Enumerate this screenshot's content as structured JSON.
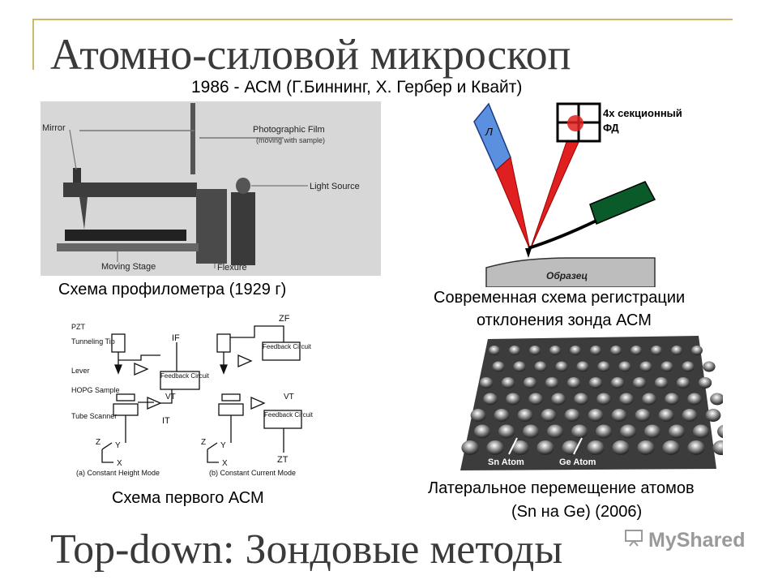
{
  "slide": {
    "title": "Атомно-силовой микроскоп",
    "subtitle": "1986  - АСМ (Г.Биннинг, Х. Гербер и Квайт)",
    "bottom_title": "Top-down: Зондовые методы"
  },
  "profilometer": {
    "caption": "Схема профилометра (1929 г)",
    "labels": {
      "mirror": "Mirror",
      "film": "Photographic Film",
      "film_note": "(moving with sample)",
      "light": "Light Source",
      "stage": "Moving Stage",
      "flexure": "Flexure"
    }
  },
  "detection": {
    "caption_line1": "Современная схема регистрации",
    "caption_line2": "отклонения зонда АСМ",
    "laser": "Л",
    "pd_line1": "4х секционный",
    "pd_line2": "ФД",
    "sample": "Образец"
  },
  "first_afm": {
    "caption": "Схема первого АСМ",
    "labels": {
      "pzt": "PZT",
      "tip": "Tunneling Tip",
      "lever": "Lever",
      "hopg": "HOPG Sample",
      "tube": "Tube Scanner",
      "feedback": "Feedback Circuit",
      "if": "IF",
      "vt": "VT",
      "it": "IT",
      "zf": "ZF",
      "zt": "ZT",
      "x": "X",
      "y": "Y",
      "z": "Z",
      "mode_a": "(a) Constant Height Mode",
      "mode_b": "(b) Constant Current Mode"
    }
  },
  "atoms": {
    "caption_line1": "Латеральное перемещение атомов",
    "caption_line2": "(Sn на Ge) (2006)",
    "sn_label": "Sn Atom",
    "ge_label": "Ge Atom"
  },
  "watermark": {
    "text": "MyShared",
    "icon": "presentation-icon"
  },
  "colors": {
    "frame": "#c9b96a",
    "title": "#3a3a3a",
    "laser_body": "#5b8fe0",
    "beam": "#e02020",
    "cantilever": "#0b5a2a"
  }
}
